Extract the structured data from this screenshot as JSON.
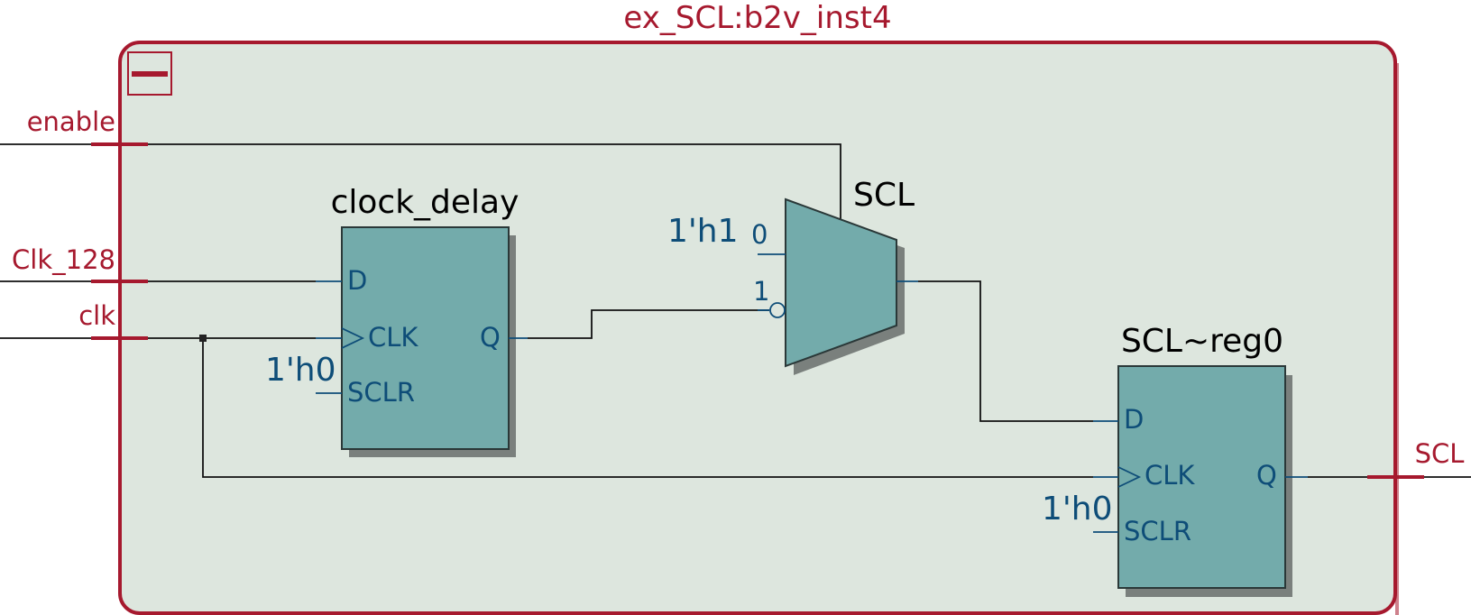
{
  "instance": {
    "title": "ex_SCL:b2v_inst4",
    "collapse_symbol": "collapse-icon"
  },
  "ports": {
    "inputs": [
      "enable",
      "Clk_128",
      "clk"
    ],
    "outputs": [
      "SCL"
    ]
  },
  "blocks": {
    "clock_delay": {
      "name": "clock_delay",
      "pins": {
        "d": "D",
        "clk": "CLK",
        "q": "Q",
        "sclr": "SCLR"
      },
      "sclr_const": "1'h0"
    },
    "mux": {
      "name": "SCL",
      "in0_label": "0",
      "in1_label": "1",
      "in0_const": "1'h1"
    },
    "scl_reg": {
      "name": "SCL~reg0",
      "pins": {
        "d": "D",
        "clk": "CLK",
        "q": "Q",
        "sclr": "SCLR"
      },
      "sclr_const": "1'h0"
    }
  },
  "colors": {
    "frame": "#a6192e",
    "background": "#dde6de",
    "block_fill": "#73abab",
    "pin_text": "#0e4d78",
    "wire": "#111111"
  }
}
